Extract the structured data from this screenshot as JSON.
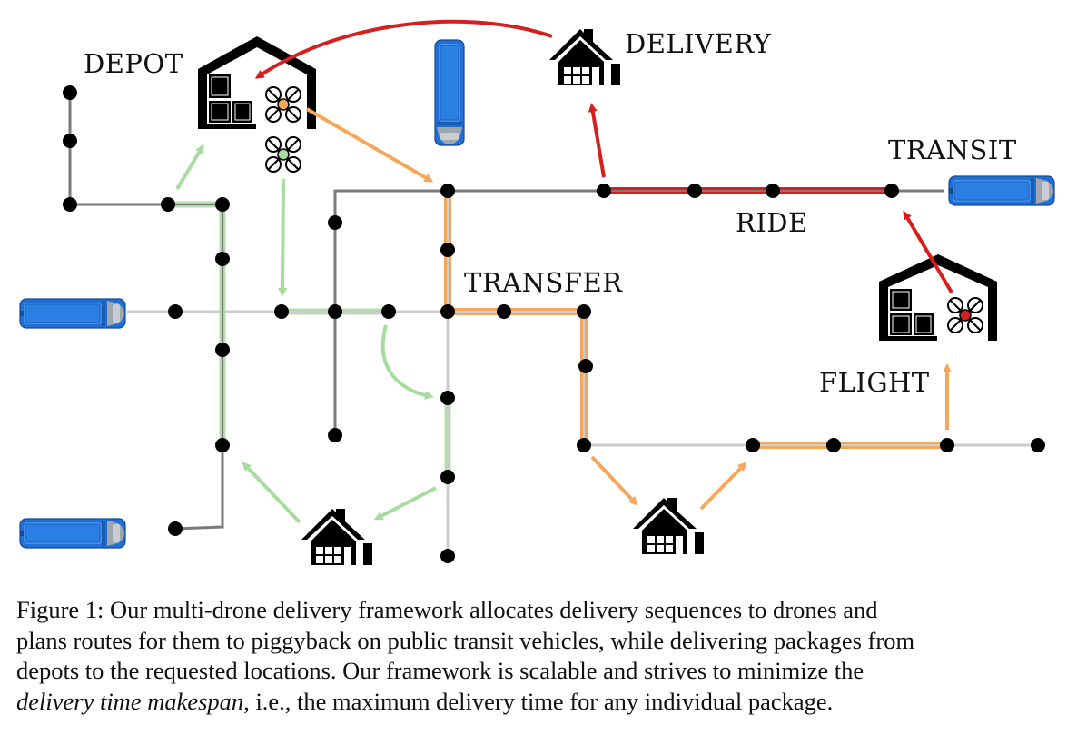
{
  "labels": {
    "depot": "DEPOT",
    "delivery": "DELIVERY",
    "transit": "TRANSIT",
    "ride": "RIDE",
    "transfer": "TRANSFER",
    "flight": "FLIGHT"
  },
  "caption": {
    "line1": "Figure 1: Our multi-drone delivery framework allocates delivery sequences to drones and",
    "line2": "plans routes for them to piggyback on public transit vehicles, while delivering packages from",
    "line3": "depots to the requested locations. Our framework is scalable and strives to minimize the",
    "line4_emph": "delivery time makespan",
    "line4_rest": ", i.e., the maximum delivery time for any individual package."
  },
  "colors": {
    "red_route": "#d62020",
    "orange_route": "#f6a85a",
    "green_route": "#a8dba0",
    "transit_dark": "#777777",
    "transit_light": "#cccccc",
    "bus_blue": "#2b7fe3",
    "stop": "#000000"
  },
  "icons": [
    "depot-warehouse-icon",
    "house-icon",
    "drone-icon",
    "bus-icon"
  ]
}
